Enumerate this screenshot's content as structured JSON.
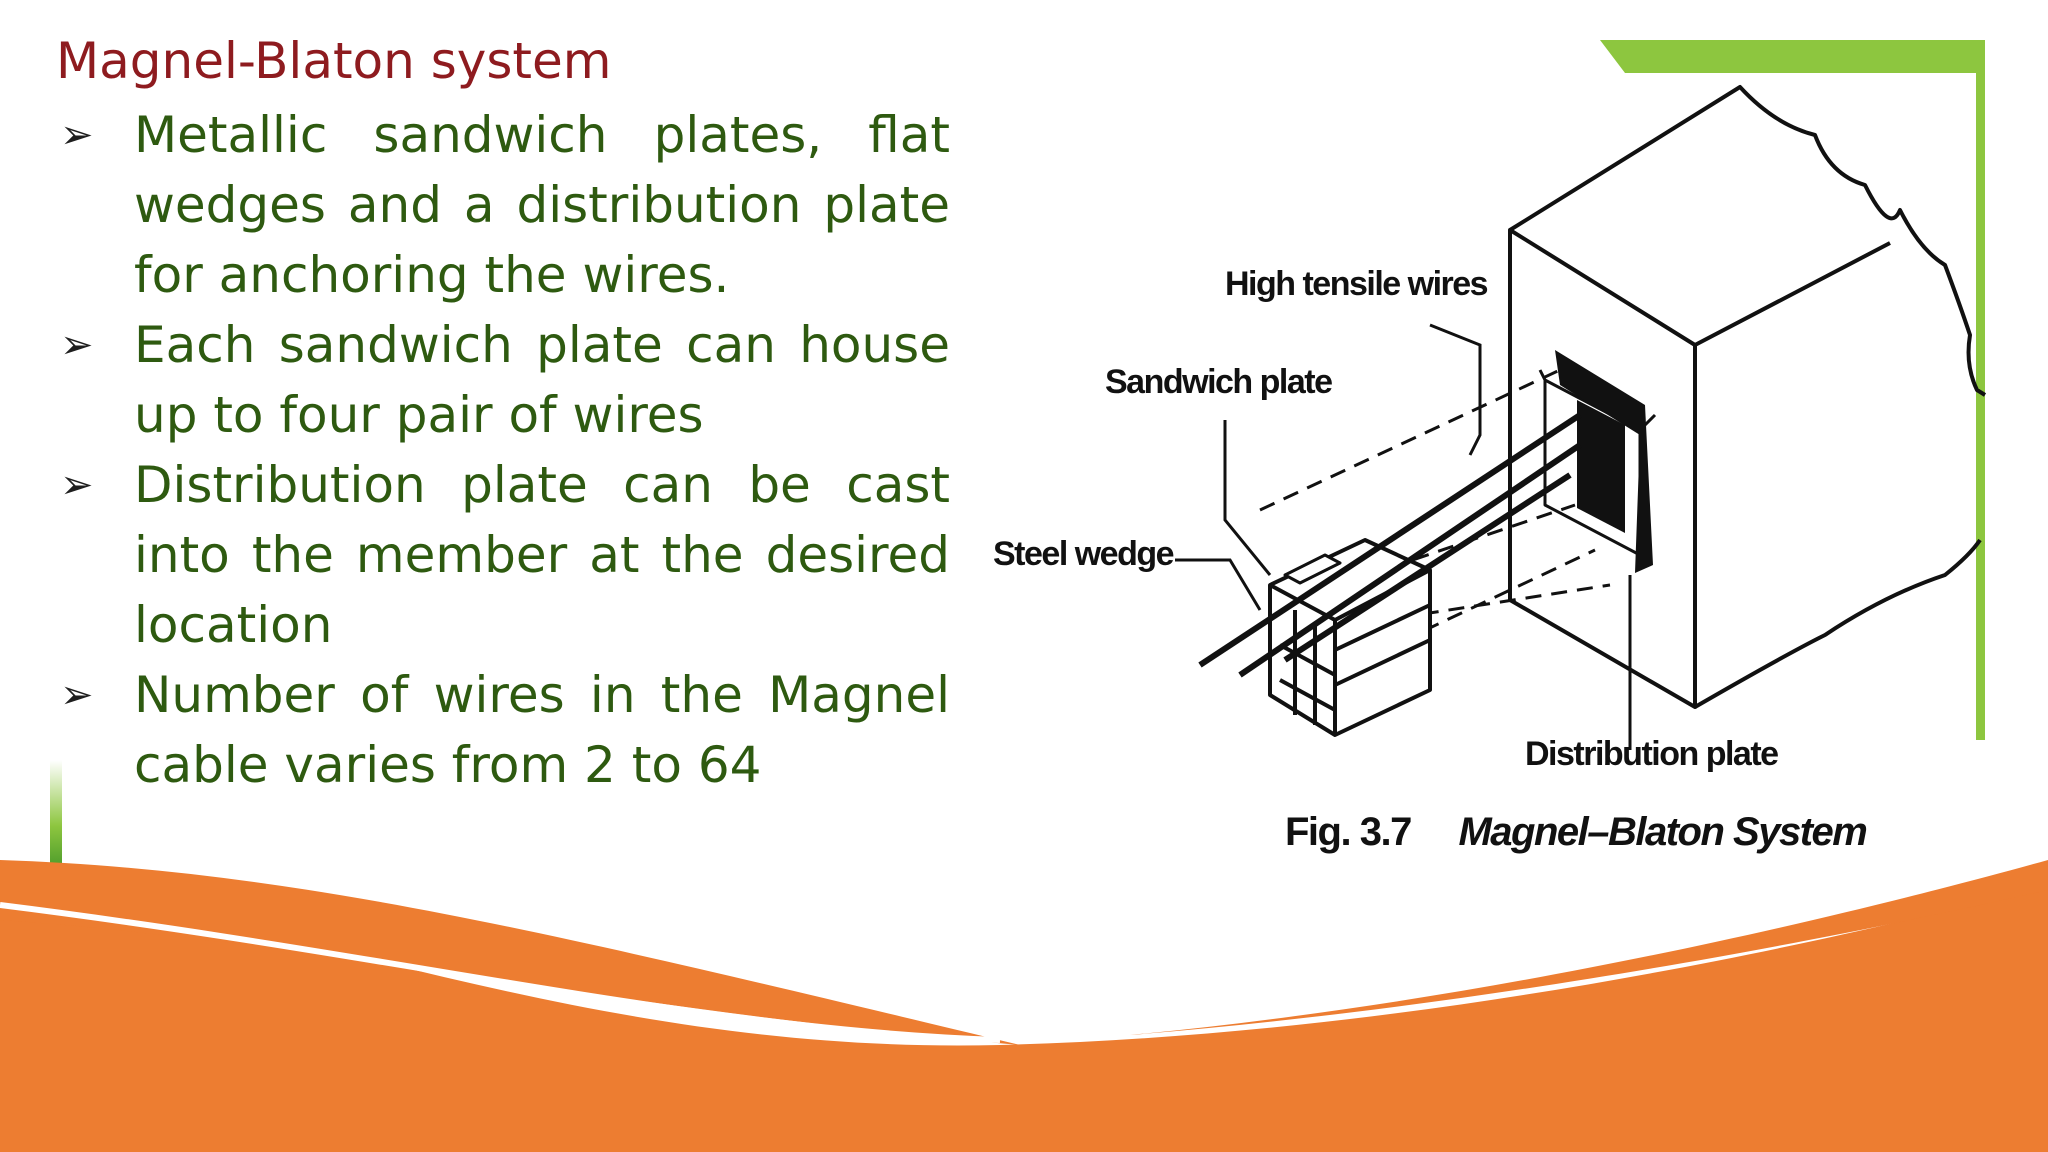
{
  "slide": {
    "title": "Magnel-Blaton system",
    "bullets": [
      {
        "icon": "arrowhead-bullet-icon",
        "text": "Metallic sandwich plates, flat wedges and a distribution plate for anchoring the wires."
      },
      {
        "icon": "arrowhead-bullet-icon",
        "text": "Each sandwich plate can house up to four pair of wires"
      },
      {
        "icon": "arrowhead-bullet-icon",
        "text": "Distribution plate can be cast into the member at the desired location"
      },
      {
        "icon": "arrowhead-bullet-icon",
        "text": "Number of wires in the Magnel cable varies from 2 to 64"
      }
    ]
  },
  "figure": {
    "labels": {
      "high_tensile_wires": "High tensile wires",
      "sandwich_plate": "Sandwich plate",
      "steel_wedge": "Steel wedge",
      "distribution_plate": "Distribution plate"
    },
    "caption": {
      "number": "Fig. 3.7",
      "title": "Magnel–Blaton System"
    }
  },
  "colors": {
    "title": "#8e1b1f",
    "body_text": "#2e5a10",
    "accent_green": "#8dc63f",
    "wave_orange": "#ed7d31"
  }
}
